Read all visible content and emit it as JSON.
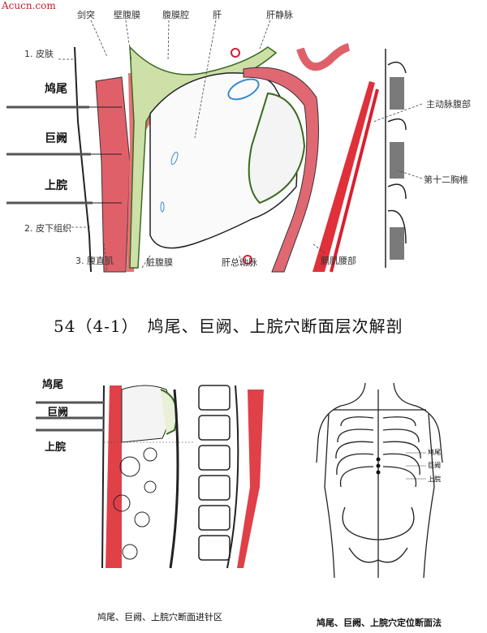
{
  "watermark": "Acucn.com",
  "figure_top": {
    "top_labels": [
      "剑突",
      "壁腹膜",
      "腹膜腔",
      "肝",
      "肝静脉"
    ],
    "left_labels": {
      "skin": "1. 皮肤",
      "jiuwei": "鸠尾",
      "juque": "巨阙",
      "shangwan": "上脘",
      "subcutaneous": "2. 皮下组织"
    },
    "bottom_labels": [
      "3. 腹直肌",
      "脏腹膜",
      "肝总动脉",
      "膈肌腰部"
    ],
    "right_labels": [
      "主动脉腹部",
      "第十二胸椎"
    ],
    "caption": "54（4-1）　鸠尾、巨阙、上脘穴断面层次解剖"
  },
  "figure_bottom_left": {
    "labels": [
      "鸠尾",
      "巨阙",
      "上脘"
    ],
    "caption": "鸠尾、巨阙、上脘穴断面进针区"
  },
  "figure_bottom_right": {
    "labels": [
      "鸠尾",
      "巨阙",
      "上脘"
    ],
    "caption": "鸠尾、巨阙、上脘穴定位断面法"
  },
  "colors": {
    "muscle": "#e0505a",
    "peritoneum": "#5a8a30",
    "vessel": "#3a8ad0"
  }
}
